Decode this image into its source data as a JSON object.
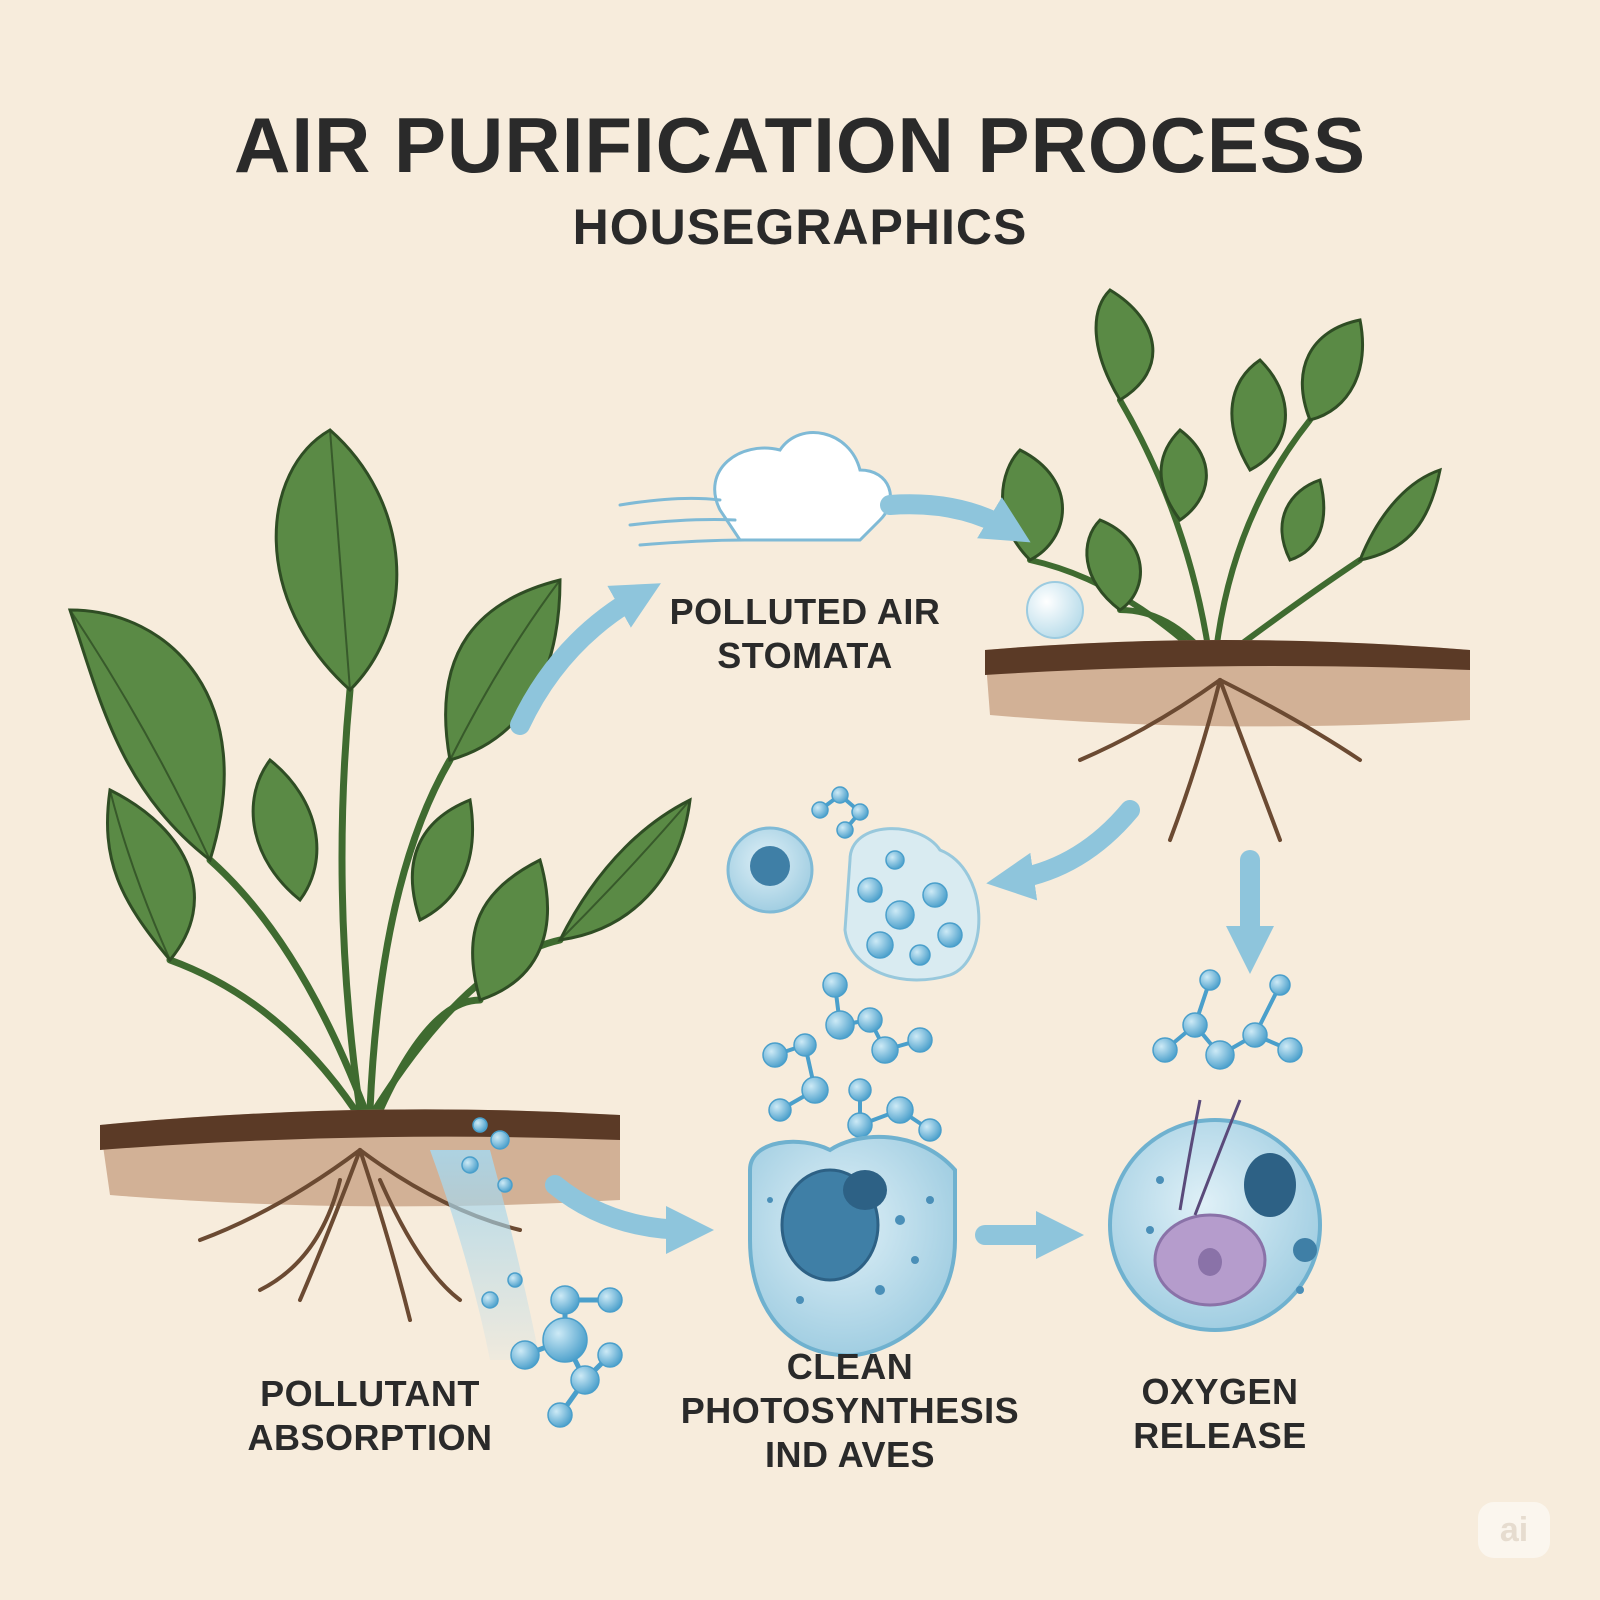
{
  "header": {
    "title": "AIR PURIFICATION PROCESS",
    "subtitle": "HOUSEGRAPHICS"
  },
  "labels": {
    "polluted_air": "POLLUTED AIR\nSTOMATA",
    "pollutant_absorption": "POLLUTANT\nABSORPTION",
    "clean_photosynthesis": "CLEAN\nPHOTOSYNTHESIS\nIND AVES",
    "oxygen_release": "OXYGEN\nRELEASE"
  },
  "badge": {
    "text": "ai"
  },
  "colors": {
    "background": "#f7ecdc",
    "leaf": "#4f7c3e",
    "leaf_light": "#7fa85e",
    "soil_top": "#5b3a26",
    "soil_band": "#c9a58a",
    "arrow": "#8ec5dc",
    "molecule": "#6fb8dc",
    "cell": "#bfe1ef",
    "nucleus": "#3f7fa6",
    "nucleus_purple": "#b59ccc",
    "text": "#2a2a2a"
  }
}
